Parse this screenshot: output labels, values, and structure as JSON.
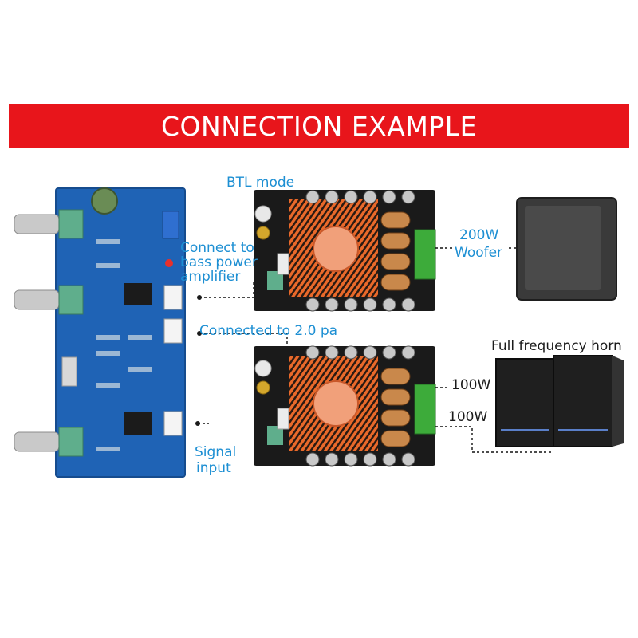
{
  "banner": {
    "title": "CONNECTION EXAMPLE",
    "color": "#e8151b"
  },
  "labels": {
    "btl_mode": "BTL mode",
    "bass_line1": "Connect to",
    "bass_line2": "bass power",
    "bass_line3": "amplifier",
    "connected_2pa": "Connected to 2.0 pa",
    "signal_line1": "Signal",
    "signal_line2": "input",
    "woofer_line1": "200W",
    "woofer_line2": "Woofer",
    "horn_title": "Full frequency horn",
    "horn_left": "100W",
    "horn_right": "100W"
  },
  "colors": {
    "label_blue": "#1d8fd3",
    "pcb_blue": "#1f63b5",
    "heatsink": "#e0611f",
    "terminal_green": "#3dab3a"
  }
}
